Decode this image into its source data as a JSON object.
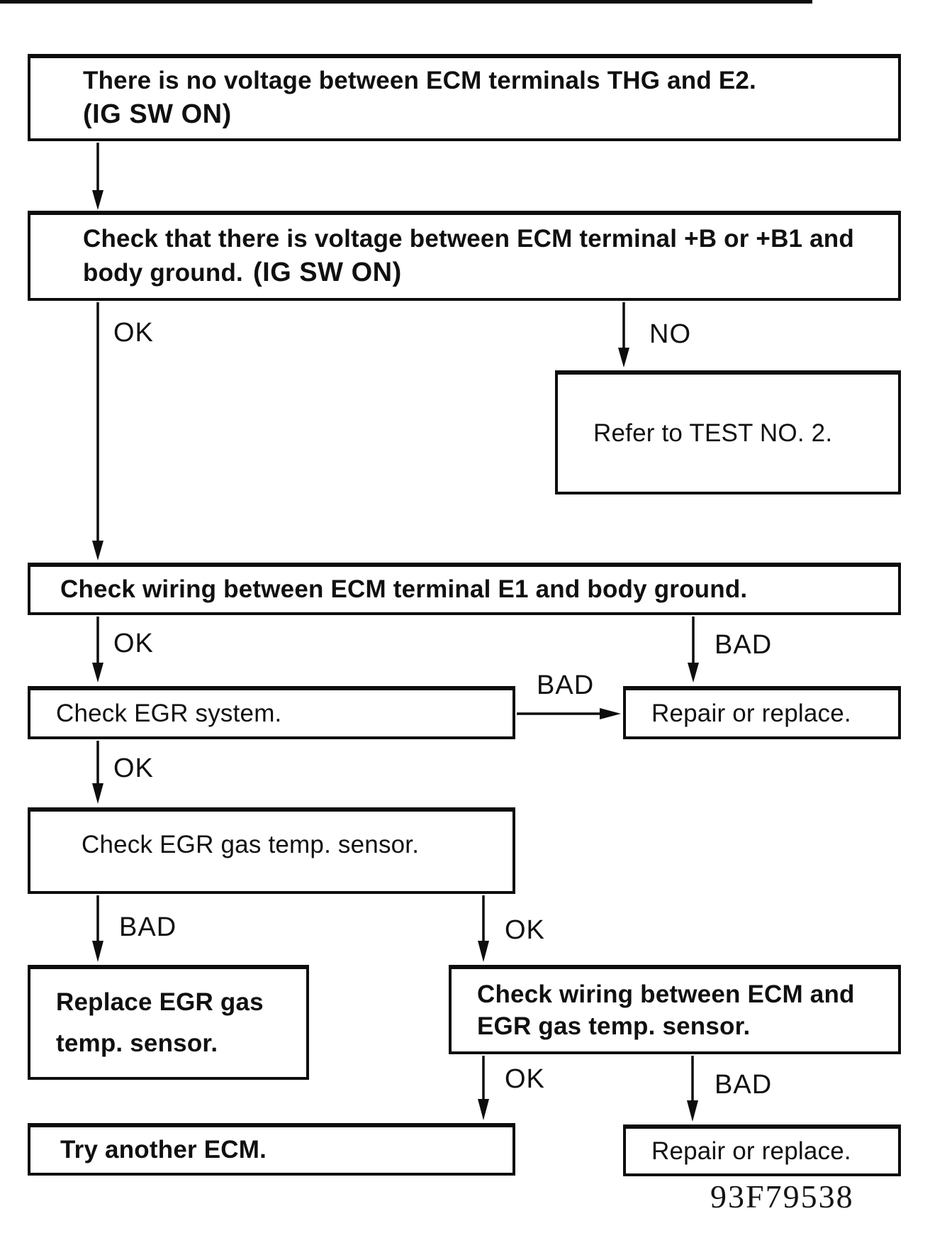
{
  "diagram": {
    "title_code": "93F79538",
    "colors": {
      "ink": "#0d0d0d",
      "paper": "#ffffff"
    },
    "nodes": [
      {
        "id": "no-voltage-thg-e2",
        "line1": "There is no voltage between ECM terminals THG and E2.",
        "line2_bold": "(IG SW ON)"
      },
      {
        "id": "check-voltage-b",
        "line1": "Check that there is voltage between ECM terminal +B or +B1 and",
        "line2": "body ground.",
        "line2_bold": "(IG SW ON)"
      },
      {
        "id": "refer-test-no-2",
        "text": "Refer to TEST NO. 2."
      },
      {
        "id": "check-wiring-e1",
        "text": "Check wiring between ECM terminal E1 and body ground."
      },
      {
        "id": "check-egr-system",
        "text": "Check EGR system."
      },
      {
        "id": "repair-or-replace-1",
        "text": "Repair or replace."
      },
      {
        "id": "check-egr-gas-temp-sensor",
        "text": "Check EGR gas temp. sensor."
      },
      {
        "id": "replace-egr-gas-temp-sensor",
        "line1": "Replace EGR gas",
        "line2": "temp. sensor."
      },
      {
        "id": "check-wiring-ecm-egr-sensor",
        "line1": "Check wiring between ECM and",
        "line2": "EGR gas temp. sensor."
      },
      {
        "id": "try-another-ecm",
        "text": "Try another ECM."
      },
      {
        "id": "repair-or-replace-2",
        "text": "Repair or replace."
      }
    ],
    "edges": [
      {
        "from": "no-voltage-thg-e2",
        "to": "check-voltage-b",
        "label": ""
      },
      {
        "from": "check-voltage-b",
        "to": "check-wiring-e1",
        "label": "OK"
      },
      {
        "from": "check-voltage-b",
        "to": "refer-test-no-2",
        "label": "NO"
      },
      {
        "from": "check-wiring-e1",
        "to": "check-egr-system",
        "label": "OK"
      },
      {
        "from": "check-wiring-e1",
        "to": "repair-or-replace-1",
        "label": "BAD"
      },
      {
        "from": "check-egr-system",
        "to": "repair-or-replace-1",
        "label": "BAD"
      },
      {
        "from": "check-egr-system",
        "to": "check-egr-gas-temp-sensor",
        "label": "OK"
      },
      {
        "from": "check-egr-gas-temp-sensor",
        "to": "replace-egr-gas-temp-sensor",
        "label": "BAD"
      },
      {
        "from": "check-egr-gas-temp-sensor",
        "to": "check-wiring-ecm-egr-sensor",
        "label": "OK"
      },
      {
        "from": "check-wiring-ecm-egr-sensor",
        "to": "try-another-ecm",
        "label": "OK"
      },
      {
        "from": "check-wiring-ecm-egr-sensor",
        "to": "repair-or-replace-2",
        "label": "BAD"
      }
    ]
  }
}
